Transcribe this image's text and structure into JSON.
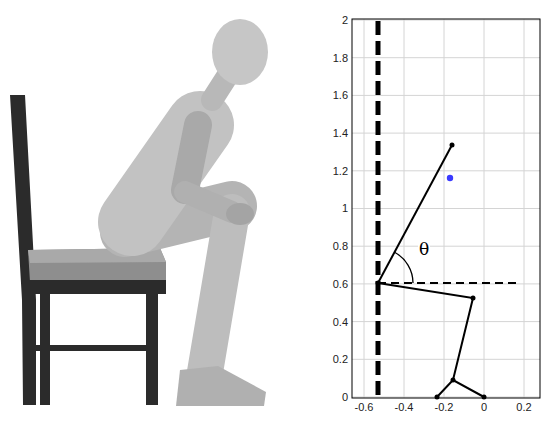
{
  "diagram": {
    "labels": [
      "2",
      "1.8",
      "1.6",
      "1.4",
      "1.2",
      "1",
      "0.8",
      "0.6",
      "0.4",
      "0.2",
      "0",
      "-0.6",
      "-0.4",
      "-0.2",
      "0",
      "0.2",
      "θ"
    ]
  }
}
